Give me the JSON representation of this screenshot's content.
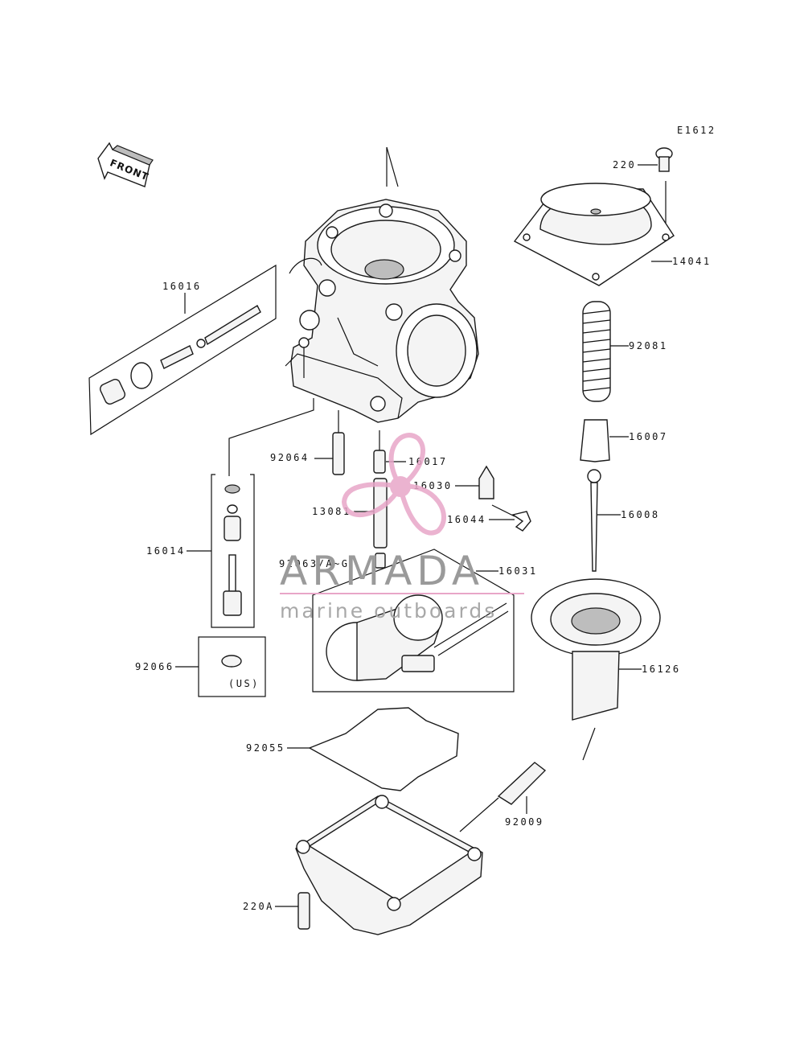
{
  "diagram_code": "E1612",
  "front_label": "FRONT",
  "labels": {
    "p220": "220",
    "p14041": "14041",
    "p92081": "92081",
    "p16007": "16007",
    "p16008": "16008",
    "p16126": "16126",
    "p16016": "16016",
    "p92064": "92064",
    "p16017": "16017",
    "p16030": "16030",
    "p13081": "13081",
    "p16044": "16044",
    "p16014": "16014",
    "p92063": "92063/A~G",
    "p16031": "16031",
    "p92066": "92066",
    "us_note": "(US)",
    "p92055": "92055",
    "p92009": "92009",
    "p220A": "220A"
  },
  "watermark": {
    "brand": "ARMADA",
    "tagline": "marine outboards",
    "accent_color": "#e8a6c8"
  }
}
